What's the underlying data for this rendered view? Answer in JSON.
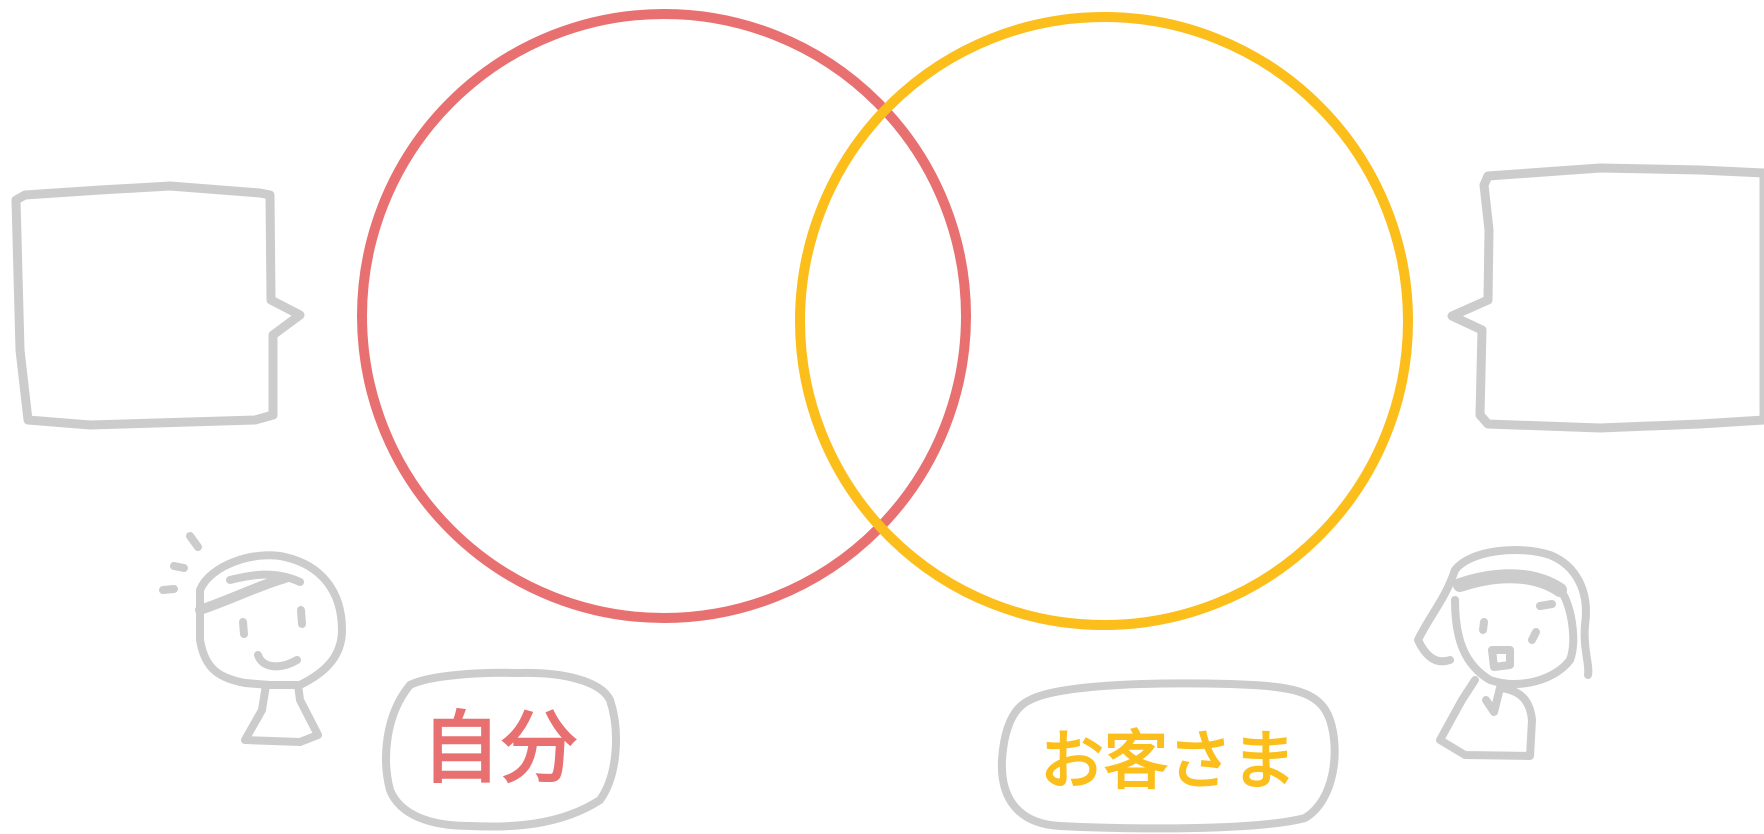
{
  "diagram": {
    "type": "venn",
    "sets": [
      {
        "id": "self",
        "label": "自分",
        "color": "#E87070"
      },
      {
        "id": "customer",
        "label": "お客さま",
        "color": "#FBBE1B"
      }
    ],
    "speech_bubbles": [
      {
        "id": "left",
        "text": ""
      },
      {
        "id": "right",
        "text": ""
      }
    ],
    "outline_color": "#CCCCCC"
  }
}
